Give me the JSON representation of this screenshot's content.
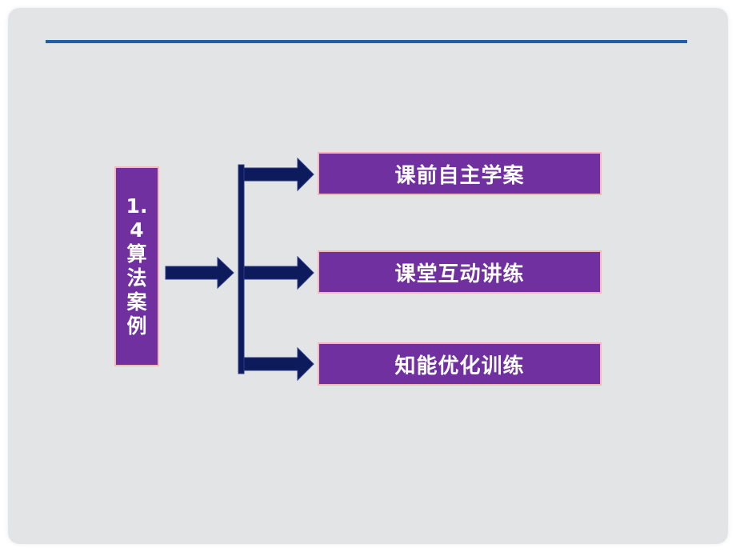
{
  "slide": {
    "background": "#e3e4e6",
    "rule_color": "#1f5fa8",
    "accent": "#7030a0",
    "arrow_color": "#0d1a5c"
  },
  "section": {
    "chars": [
      "1.",
      "4",
      "算",
      "法",
      "案",
      "例"
    ]
  },
  "menu": {
    "items": [
      {
        "label": "课前自主学案"
      },
      {
        "label": "课堂互动讲练"
      },
      {
        "label": "知能优化训练"
      }
    ]
  }
}
